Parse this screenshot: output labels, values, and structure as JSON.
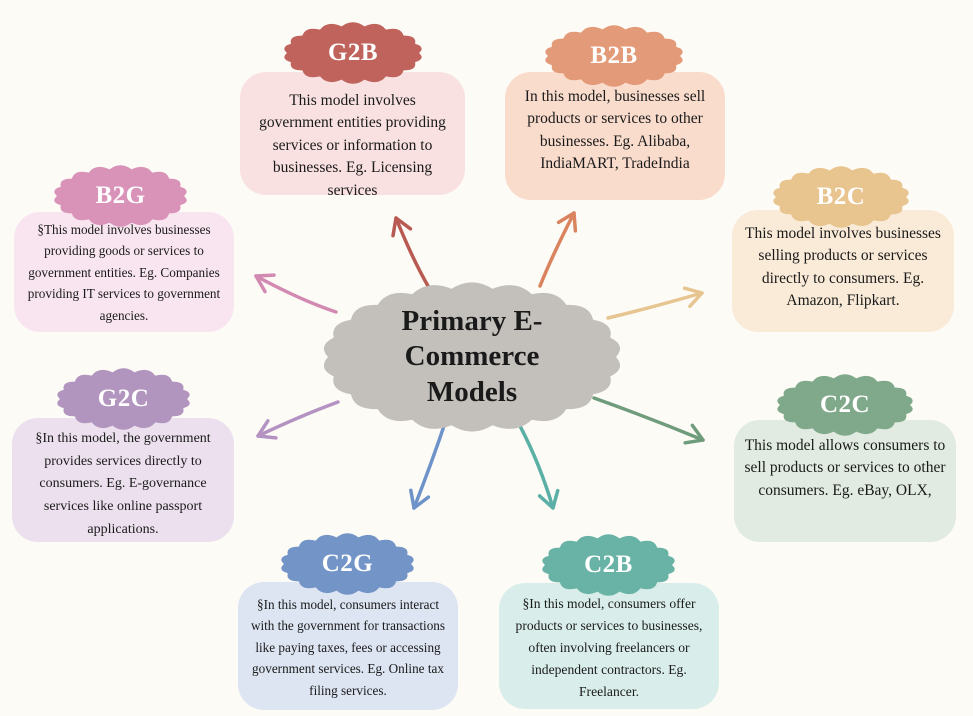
{
  "center": {
    "title": "Primary E-Commerce Models"
  },
  "models": {
    "g2b": {
      "tag": "G2B",
      "text": "This model involves government entities providing services or information to businesses. Eg. Licensing services",
      "tag_color": "#c0635c",
      "box_color": "#f8e1e0",
      "arrow_color": "#b85a52"
    },
    "b2b": {
      "tag": "B2B",
      "text": "In this model, businesses sell products or services to other businesses. Eg. Alibaba, IndiaMART, TradeIndia",
      "tag_color": "#e39a78",
      "box_color": "#f9dccc",
      "arrow_color": "#d9845e"
    },
    "b2g": {
      "tag": "B2G",
      "text": "§This model involves businesses providing goods or services to government entities. Eg. Companies providing IT services to government agencies.",
      "tag_color": "#d993b8",
      "box_color": "#f8e5ef",
      "arrow_color": "#d38ab2"
    },
    "b2c": {
      "tag": "B2C",
      "text": "This model involves businesses selling products or services directly to consumers. Eg. Amazon, Flipkart.",
      "tag_color": "#e8c48e",
      "box_color": "#faebd8",
      "arrow_color": "#e7c590"
    },
    "g2c": {
      "tag": "G2C",
      "text": "§In this model, the government provides services directly to consumers. Eg. E-governance services like online passport applications.",
      "tag_color": "#b195bf",
      "box_color": "#ece0ee",
      "arrow_color": "#b493c3"
    },
    "c2c": {
      "tag": "C2C",
      "text": "This model allows consumers to sell products or services to other consumers. Eg. eBay, OLX,",
      "tag_color": "#7fa98a",
      "box_color": "#e1ebe1",
      "arrow_color": "#6f9c7c"
    },
    "c2g": {
      "tag": "C2G",
      "text": "§In this model, consumers interact with the government for transactions like paying taxes, fees or accessing government services. Eg. Online tax filing services.",
      "tag_color": "#7394c7",
      "box_color": "#dde4f2",
      "arrow_color": "#6d93c9"
    },
    "c2b": {
      "tag": "C2B",
      "text": "§In this model, consumers offer products or services to businesses, often involving freelancers or independent contractors. Eg. Freelancer.",
      "tag_color": "#69b3a6",
      "box_color": "#d9eeea",
      "arrow_color": "#5ab0a6"
    }
  },
  "center_color": "#c3c0bb"
}
